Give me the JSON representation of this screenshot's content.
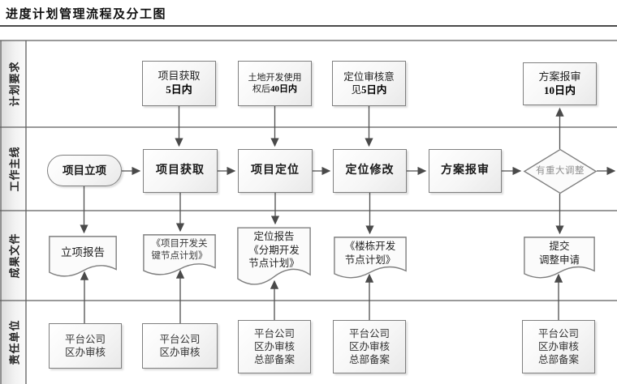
{
  "title": "进度计划管理流程及分工图",
  "lanes": [
    {
      "label": "计划要求"
    },
    {
      "label": "工作主线"
    },
    {
      "label": "成果文件"
    },
    {
      "label": "责任单位"
    }
  ],
  "plan_requirements": [
    {
      "line1": "项目获取",
      "line2_pre": "",
      "line2_bold": "5日内"
    },
    {
      "line1": "土地开发使用",
      "line2_pre": "权后",
      "line2_bold": "40日内"
    },
    {
      "line1": "定位审核意",
      "line2_pre": "见",
      "line2_bold": "5日内"
    },
    {
      "line1": "方案报审",
      "line2_pre": "",
      "line2_bold": "10日内"
    }
  ],
  "main_flow": {
    "start": "项目立项",
    "steps": [
      "项目获取",
      "项目定位",
      "定位修改",
      "方案报审"
    ],
    "decision": "有重大调整"
  },
  "documents": [
    {
      "lines": [
        "立项报告",
        "",
        ""
      ]
    },
    {
      "lines": [
        "《项目开发关",
        "键节点计划》",
        ""
      ]
    },
    {
      "lines": [
        "定位报告",
        "《分期开发",
        "节点计划》"
      ]
    },
    {
      "lines": [
        "《楼栋开发",
        "节点计划》",
        ""
      ]
    },
    {
      "lines": [
        "提交",
        "调整申请",
        ""
      ]
    }
  ],
  "responsible_units": [
    {
      "lines": [
        "平台公司",
        "区办审核",
        ""
      ]
    },
    {
      "lines": [
        "平台公司",
        "区办审核",
        ""
      ]
    },
    {
      "lines": [
        "平台公司",
        "区办审核",
        "总部备案"
      ]
    },
    {
      "lines": [
        "平台公司",
        "区办审核",
        "总部备案"
      ]
    },
    {
      "lines": [
        "平台公司",
        "区办审核",
        "总部备案"
      ]
    }
  ],
  "colors": {
    "box_border": "#7f7f7f",
    "connector_line": "#4f4f4f",
    "lane_line": "#595959",
    "lane_label_bg": "#dcdcdc",
    "decision_text": "#8f8f8f"
  }
}
